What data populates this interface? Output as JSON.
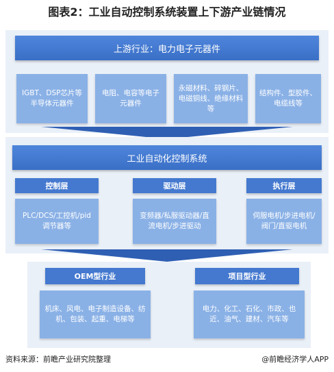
{
  "title": "图表2：工业自动控制系统装置上下游产业链情况",
  "upstream": {
    "label": "上游行业：电力电子元器件",
    "items": [
      "IGBT、DSP芯片等半导体元器件",
      "电阻、电容等电子元器件",
      "永磁材料、碎钢片、电磁铜线、绝缘材料等",
      "结构件、型胶件、电缆线等"
    ]
  },
  "midstream": {
    "label": "工业自动化控制系统",
    "layers": [
      {
        "header": "控制层",
        "body": "PLC/DCS/工控机/pid调节器等"
      },
      {
        "header": "驱动层",
        "body": "变频器/私服驱动器/直流电机/步进驱动"
      },
      {
        "header": "执行层",
        "body": "伺服电机/步进电机/阀门/直驱电机"
      }
    ]
  },
  "downstream": [
    {
      "header": "OEM型行业",
      "body": "机床、风电、电子制造设备、纺机、包装、起重、电梯等"
    },
    {
      "header": "项目型行业",
      "body": "电力、化工、石化、市政、也近、油气、建材、汽车等"
    }
  ],
  "footer": {
    "source": "资料来源：前瞻产业研究院整理",
    "brand": "@前瞻经济学人APP"
  },
  "colors": {
    "band": "#3a6fc6",
    "box": "#8ab1e6",
    "header": "#4479cf",
    "panel": "#eaf0f8"
  }
}
